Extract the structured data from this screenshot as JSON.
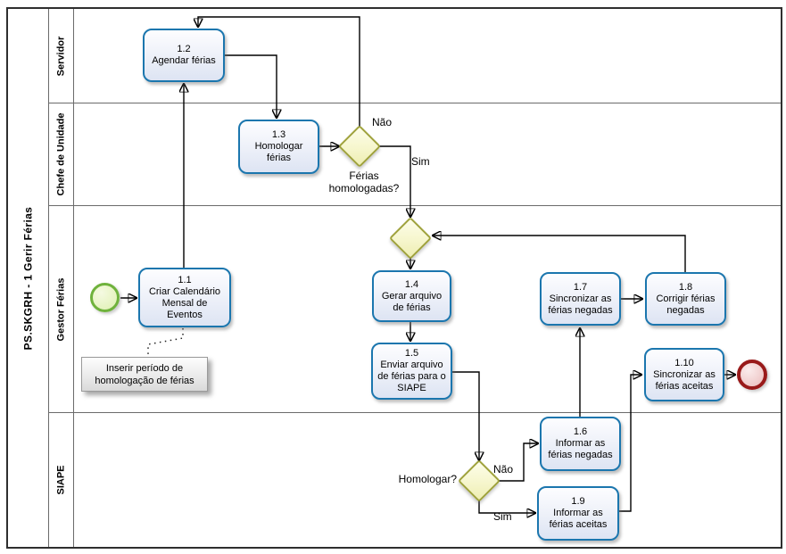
{
  "pool": {
    "title": "PS.SKGRH - 1 Gerir Férias"
  },
  "lanes": [
    {
      "label": "Servidor"
    },
    {
      "label": "Chefe de Unidade"
    },
    {
      "label": "Gestor Férias"
    },
    {
      "label": "SIAPE"
    }
  ],
  "tasks": [
    {
      "number": "1.1",
      "name": "Criar Calendário\nMensal de\nEventos"
    },
    {
      "number": "1.2",
      "name": "Agendar férias"
    },
    {
      "number": "1.3",
      "name": "Homologar\nférias"
    },
    {
      "number": "1.4",
      "name": "Gerar arquivo\nde férias"
    },
    {
      "number": "1.5",
      "name": "Enviar arquivo\nde férias para o\nSIAPE"
    },
    {
      "number": "1.6",
      "name": "Informar as\nférias negadas"
    },
    {
      "number": "1.7",
      "name": "Sincronizar as\nférias negadas"
    },
    {
      "number": "1.8",
      "name": "Corrigir férias\nnegadas"
    },
    {
      "number": "1.9",
      "name": "Informar as\nférias aceitas"
    },
    {
      "number": "1.10",
      "name": "Sincronizar as\nférias aceitas"
    }
  ],
  "gateways": [
    {
      "question": "Férias\nhomologadas?"
    },
    {
      "question": ""
    },
    {
      "question": "Homologar?"
    }
  ],
  "edge_labels": {
    "gateway1_no": "Não",
    "gateway1_yes": "Sim",
    "gateway3_no": "Não",
    "gateway3_yes": "Sim"
  },
  "annotation": {
    "text": "Inserir período de\nhomologação de férias"
  },
  "colors": {
    "task_border": "#1b76ae",
    "task_fill": "#dde4f3",
    "gateway_border": "#9fa23b",
    "gateway_fill": "#f6f6cd",
    "start_event_border": "#6fb23c",
    "start_event_fill": "#e3f2ba",
    "end_event_border": "#991a1a",
    "end_event_fill": "#eec6c6",
    "connector": "#000000",
    "lane_border": "#6b6b6b"
  }
}
